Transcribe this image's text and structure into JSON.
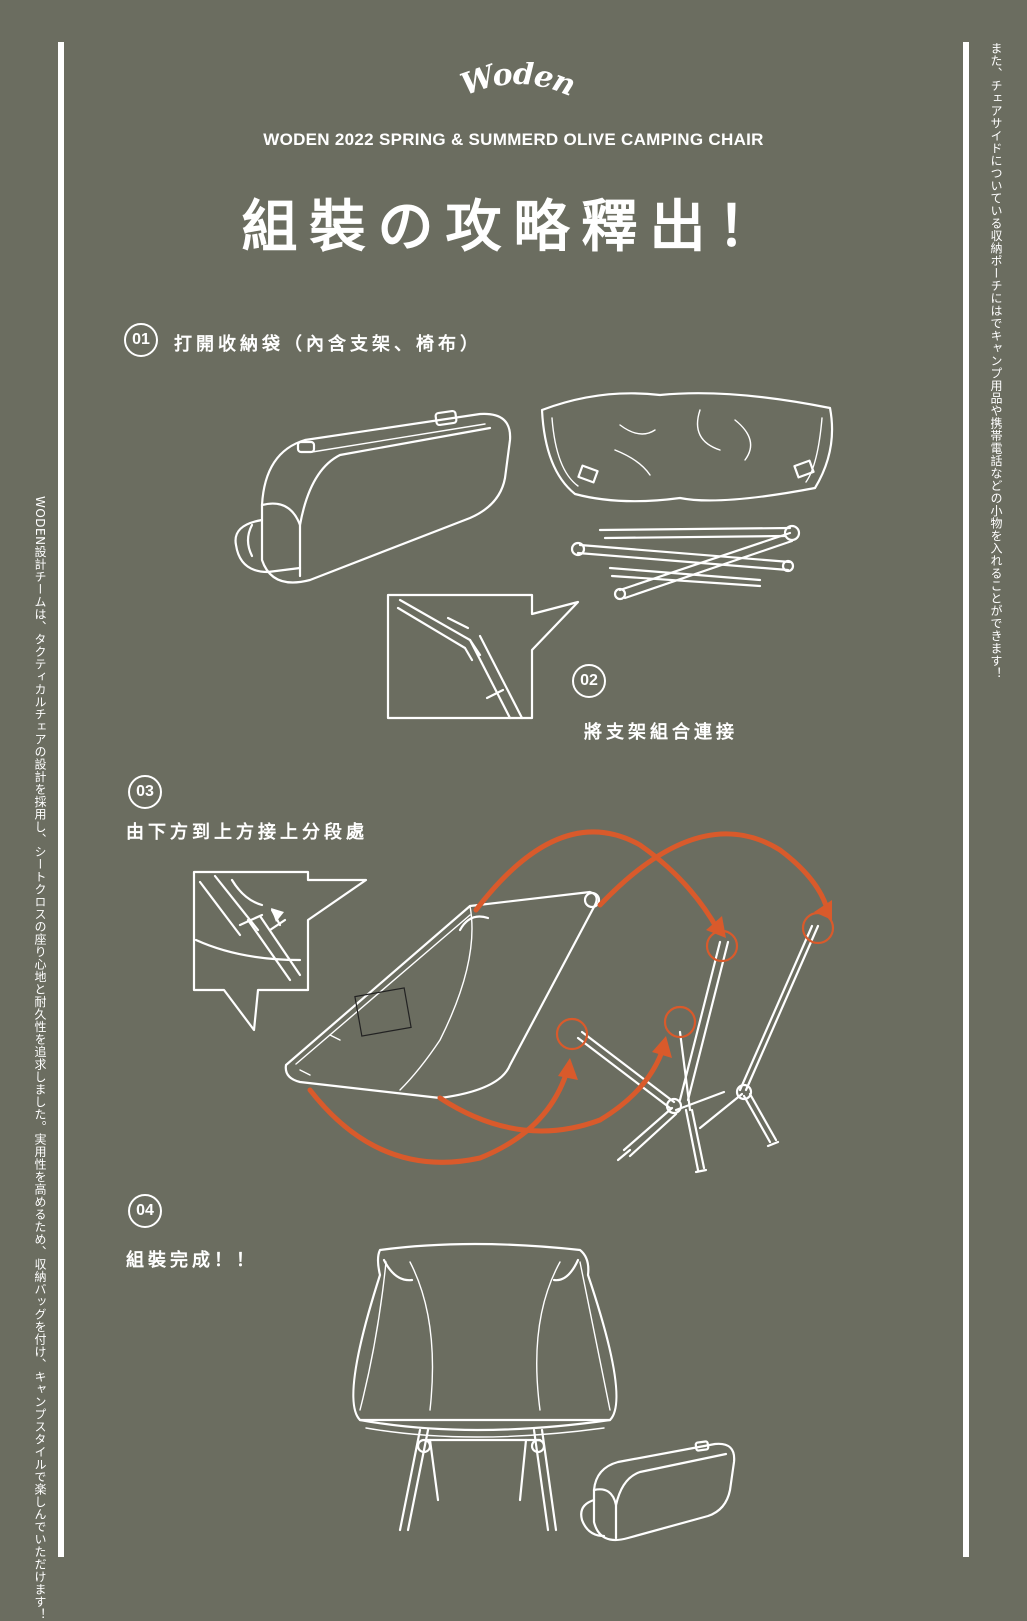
{
  "brand": {
    "logo_text": "Woden"
  },
  "header": {
    "subtitle": "WODEN 2022 SPRING & SUMMERD OLIVE CAMPING CHAIR",
    "title": "組裝の攻略釋出！"
  },
  "side_text": {
    "right": "また、チェアサイドについている収納ポーチにはでキャンプ用品や携帯電話などの小物を入れることができます！",
    "left": "WODEN設計チームは、タクティカルチェアの設計を採用し、シートクロスの座り心地と耐久性を追求しました。実用性を高めるため、収納バッグを付け、キャンプスタイルで楽しんでいただけます！"
  },
  "steps": [
    {
      "number": "01",
      "text": "打開收納袋（內含支架、椅布）"
    },
    {
      "number": "02",
      "text": "將支架組合連接"
    },
    {
      "number": "03",
      "text": "由下方到上方接上分段處"
    },
    {
      "number": "04",
      "text": "組裝完成！！"
    }
  ],
  "colors": {
    "background": "#6b6d60",
    "line": "#ffffff",
    "accent": "#d95a2b"
  }
}
